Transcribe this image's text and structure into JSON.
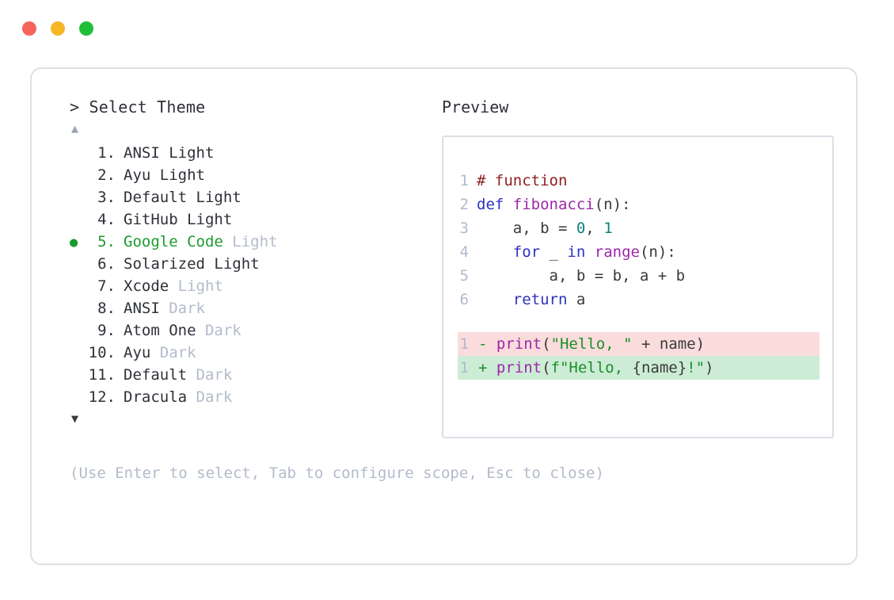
{
  "window": {
    "controls": [
      {
        "name": "close",
        "color": "#f4645a"
      },
      {
        "name": "minimize",
        "color": "#f5b823"
      },
      {
        "name": "maximize",
        "color": "#20be39"
      }
    ]
  },
  "left": {
    "prompt": "> Select Theme",
    "scroll_up": "▲",
    "scroll_down": "▼",
    "selected_index": 5,
    "bullet_glyph": "●",
    "items": [
      {
        "index": "1.",
        "name": "ANSI Light",
        "variant": "",
        "selected": false
      },
      {
        "index": "2.",
        "name": "Ayu Light",
        "variant": "",
        "selected": false
      },
      {
        "index": "3.",
        "name": "Default Light",
        "variant": "",
        "selected": false
      },
      {
        "index": "4.",
        "name": "GitHub Light",
        "variant": "",
        "selected": false
      },
      {
        "index": "5.",
        "name": "Google Code",
        "variant": " Light",
        "selected": true
      },
      {
        "index": "6.",
        "name": "Solarized Light",
        "variant": "",
        "selected": false
      },
      {
        "index": "7.",
        "name": "Xcode",
        "variant": " Light",
        "selected": false
      },
      {
        "index": "8.",
        "name": "ANSI",
        "variant": " Dark",
        "selected": false
      },
      {
        "index": "9.",
        "name": "Atom One",
        "variant": " Dark",
        "selected": false
      },
      {
        "index": "10.",
        "name": "Ayu",
        "variant": " Dark",
        "selected": false
      },
      {
        "index": "11.",
        "name": "Default",
        "variant": " Dark",
        "selected": false
      },
      {
        "index": "12.",
        "name": "Dracula",
        "variant": " Dark",
        "selected": false
      }
    ],
    "hint": "(Use Enter to select, Tab to configure scope, Esc to close)"
  },
  "right": {
    "preview_label": "Preview",
    "code_lines": [
      {
        "lno": "1",
        "tokens": [
          {
            "t": "# function",
            "c": "comment"
          }
        ]
      },
      {
        "lno": "2",
        "tokens": [
          {
            "t": "def ",
            "c": "kw"
          },
          {
            "t": "fibonacci",
            "c": "fn"
          },
          {
            "t": "(n):",
            "c": "plain"
          }
        ]
      },
      {
        "lno": "3",
        "tokens": [
          {
            "t": "    a, b = ",
            "c": "plain"
          },
          {
            "t": "0",
            "c": "num"
          },
          {
            "t": ", ",
            "c": "plain"
          },
          {
            "t": "1",
            "c": "num"
          }
        ]
      },
      {
        "lno": "4",
        "tokens": [
          {
            "t": "    ",
            "c": "plain"
          },
          {
            "t": "for",
            "c": "kw"
          },
          {
            "t": " _ ",
            "c": "plain"
          },
          {
            "t": "in",
            "c": "kw"
          },
          {
            "t": " ",
            "c": "plain"
          },
          {
            "t": "range",
            "c": "fn"
          },
          {
            "t": "(n):",
            "c": "plain"
          }
        ]
      },
      {
        "lno": "5",
        "tokens": [
          {
            "t": "        a, b = b, a + b",
            "c": "plain"
          }
        ]
      },
      {
        "lno": "6",
        "tokens": [
          {
            "t": "    ",
            "c": "plain"
          },
          {
            "t": "return",
            "c": "kw"
          },
          {
            "t": " a",
            "c": "plain"
          }
        ]
      }
    ],
    "diff_lines": [
      {
        "lno": "1",
        "kind": "minus",
        "tokens": [
          {
            "t": "- ",
            "c": "marker"
          },
          {
            "t": "print",
            "c": "fn"
          },
          {
            "t": "(",
            "c": "plain"
          },
          {
            "t": "\"Hello, \"",
            "c": "str"
          },
          {
            "t": " + name)",
            "c": "plain"
          }
        ]
      },
      {
        "lno": "1",
        "kind": "plus",
        "tokens": [
          {
            "t": "+ ",
            "c": "marker"
          },
          {
            "t": "print",
            "c": "fn"
          },
          {
            "t": "(",
            "c": "plain"
          },
          {
            "t": "f\"Hello, ",
            "c": "str"
          },
          {
            "t": "{name}",
            "c": "plain"
          },
          {
            "t": "!\"",
            "c": "str"
          },
          {
            "t": ")",
            "c": "plain"
          }
        ]
      }
    ]
  },
  "colors": {
    "card_border": "#dfe1e8",
    "panel_border": "#dbdfe7",
    "text": "#2e3138",
    "muted": "#b3bbca",
    "accent_green": "#1d9b2f",
    "diff_add_bg": "#cdecd6",
    "diff_del_bg": "#fadcdc",
    "line_number": "#b0bacb",
    "syntax_comment": "#8f2020",
    "syntax_keyword": "#2b32bf",
    "syntax_function": "#9c27a8",
    "syntax_number": "#0f7f7f",
    "syntax_string": "#1a8f2a"
  }
}
